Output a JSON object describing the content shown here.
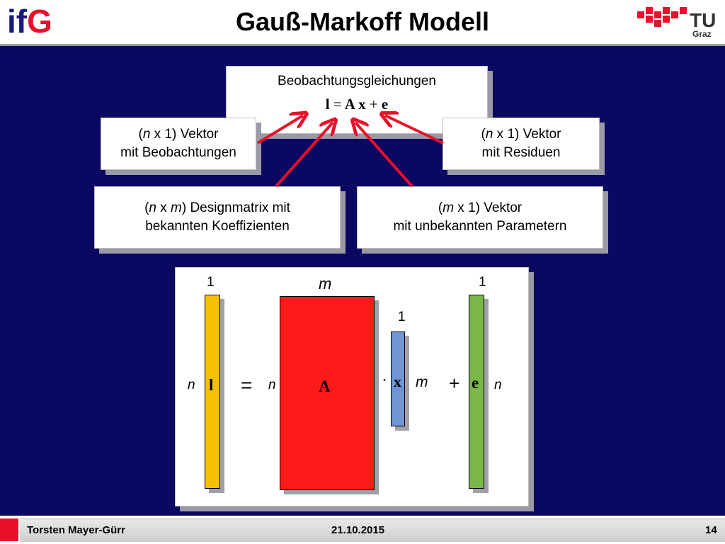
{
  "header": {
    "title": "Gauß-Markoff Modell",
    "logo_left": "ifG",
    "logo_right": {
      "main": "TU",
      "sub": "Graz"
    }
  },
  "top_box": {
    "heading": "Beobachtungsgleichungen",
    "equation": {
      "l": "l",
      "eq": "=",
      "A": "A",
      "x": "x",
      "plus": "+",
      "e": "e"
    }
  },
  "labels": {
    "obs": {
      "line1_pre": "(",
      "line1_var": "n",
      "line1_post": " x 1) Vektor",
      "line2": "mit Beobachtungen"
    },
    "res": {
      "line1_pre": "(",
      "line1_var": "n",
      "line1_post": " x 1) Vektor",
      "line2": "mit Residuen"
    },
    "design": {
      "line1_pre": "(",
      "line1_var1": "n",
      "line1_mid": " x ",
      "line1_var2": "m",
      "line1_post": ") Designmatrix mit",
      "line2": "bekannten Koeffizienten"
    },
    "param": {
      "line1_pre": "(",
      "line1_var": "m",
      "line1_post": " x 1) Vektor",
      "line2": "mit unbekannten Parametern"
    }
  },
  "diagram": {
    "l_top": "1",
    "l_side": "n",
    "l_symbol": "l",
    "equals": "=",
    "A_top": "m",
    "A_side": "n",
    "A_symbol": "A",
    "dot": "·",
    "x_top": "1",
    "x_symbol": "x",
    "x_side": "m",
    "plus": "+",
    "e_top": "1",
    "e_symbol": "e",
    "e_side": "n"
  },
  "colors": {
    "background": "#0a0860",
    "l_bar": "#f5c000",
    "A_bar": "#ff1a1a",
    "x_bar": "#6f95d6",
    "e_bar": "#7ab648",
    "arrow": "#e8102a"
  },
  "footer": {
    "author": "Torsten Mayer-Gürr",
    "date": "21.10.2015",
    "page": "14"
  }
}
